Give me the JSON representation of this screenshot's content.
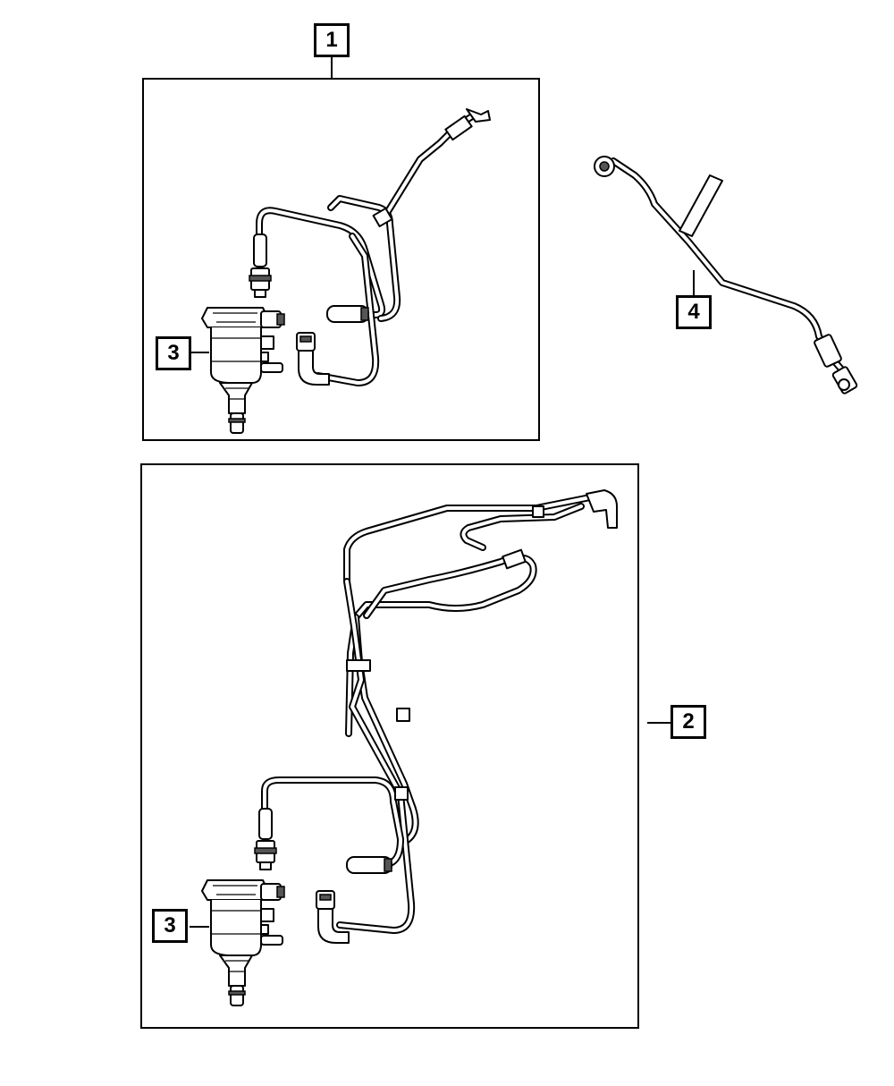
{
  "callouts": {
    "c1": "1",
    "c2": "2",
    "c3_top": "3",
    "c3_bottom": "3",
    "c4": "4"
  },
  "colors": {
    "line": "#000000",
    "background": "#ffffff",
    "shade": "#555555"
  }
}
